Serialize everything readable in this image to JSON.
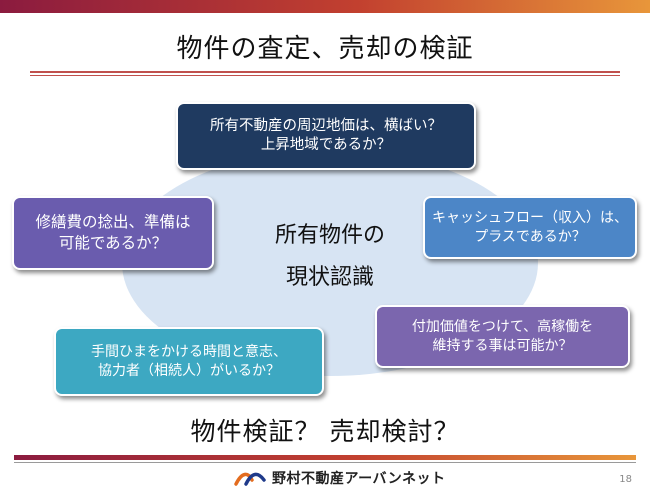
{
  "title": "物件の査定、売却の検証",
  "center": {
    "line1": "所有物件の",
    "line2": "現状認識"
  },
  "boxes": {
    "top": {
      "line1": "所有不動産の周辺地価は、横ばい？",
      "line2": "上昇地域であるか？"
    },
    "left": {
      "line1": "修繕費の捻出、準備は",
      "line2": "可能であるか？"
    },
    "right": {
      "line1": "キャッシュフロー（収入）は、",
      "line2": "プラスであるか？"
    },
    "bottom_right": {
      "line1": "付加価値をつけて、高稼働を",
      "line2": "維持する事は可能か？"
    },
    "bottom_left": {
      "line1": "手間ひまをかける時間と意志、",
      "line2": "協力者（相続人）がいるか？"
    }
  },
  "question": "物件検証？ 売却検討？",
  "footer": {
    "logo_text": "野村不動産アーバンネット",
    "page_number": "18"
  },
  "colors": {
    "accent_red": "#c0504d",
    "box_top": "#1f3a60",
    "box_left": "#6a5cae",
    "box_right": "#4c86c7",
    "box_bottom_right": "#7b66ae",
    "box_bottom_left": "#3da8c2",
    "ellipse": "#d7e4f3"
  }
}
